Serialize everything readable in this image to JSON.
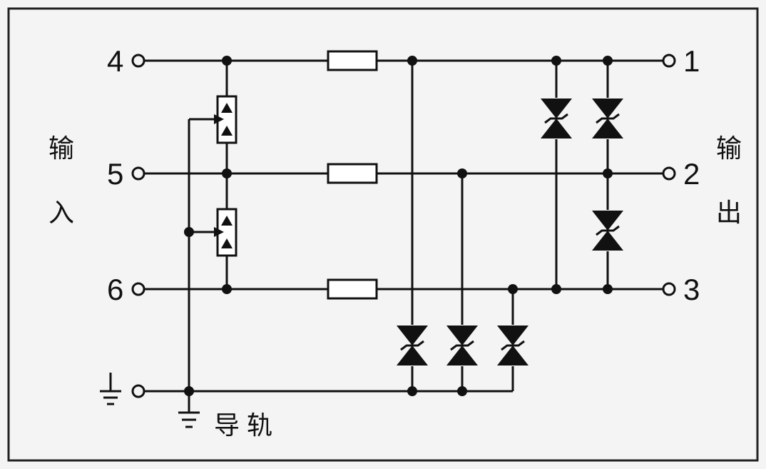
{
  "terminals": {
    "in_4": "4",
    "in_5": "5",
    "in_6": "6",
    "out_1": "1",
    "out_2": "2",
    "out_3": "3"
  },
  "labels": {
    "input_char1": "输",
    "input_char2": "入",
    "output_char1": "输",
    "output_char2": "出",
    "rail_label": "导轨"
  },
  "colors": {
    "line": "#111111",
    "background": "#f4f4f4",
    "border": "#222222"
  },
  "icons": [
    "ground-icon",
    "rail-ground-icon",
    "resistor-icon",
    "varistor-icon",
    "tvs-diode-icon"
  ]
}
